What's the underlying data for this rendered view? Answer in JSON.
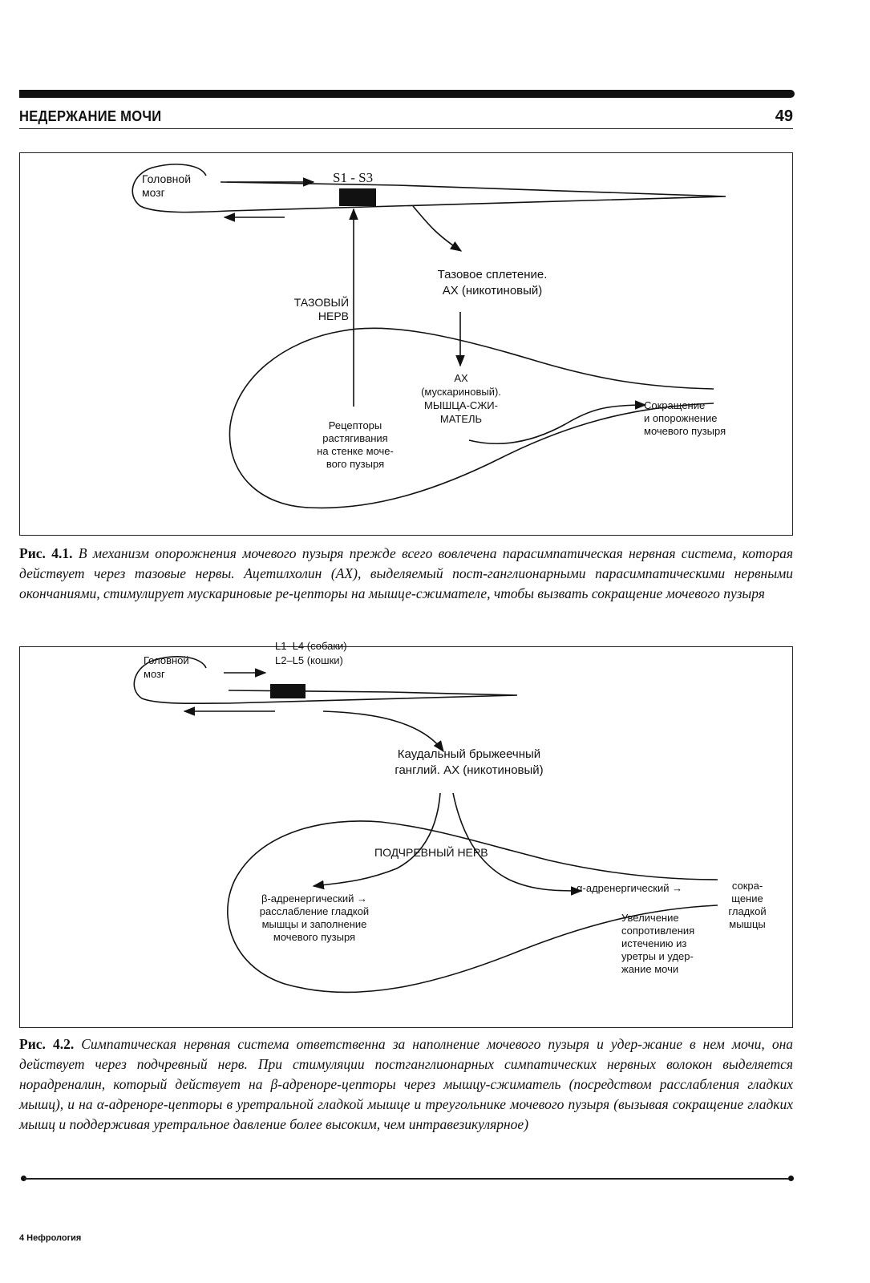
{
  "header": {
    "chapter_title": "НЕДЕРЖАНИЕ МОЧИ",
    "page_number": "49"
  },
  "figure1": {
    "brain": "Головной\nмозг",
    "segment": "S1 - S3",
    "pelvic_plexus": "Тазовое сплетение.\nАХ (никотиновый)",
    "pelvic_nerve": "ТАЗОВЫЙ\nНЕРВ",
    "muscarinic": "АХ\n(мускариновый).\nМЫШЦА-СЖИ-\nМАТЕЛЬ",
    "contraction": "Сокращение\nи опорожнение\nмочевого пузыря",
    "receptors": "Рецепторы\nрастягивания\nна стенке моче-\nвого пузыря",
    "caption_label": "Рис. 4.1.",
    "caption_text": "В механизм опорожнения мочевого пузыря прежде всего вовлечена парасимпатическая нервная система, которая действует через тазовые нервы. Ацетилхолин (АХ), выделяемый пост-ганглионарными парасимпатическими нервными окончаниями, стимулирует мускариновые ре-цепторы на мышце-сжимателе, чтобы вызвать сокращение мочевого пузыря"
  },
  "figure2": {
    "brain": "Головной\nмозг",
    "segment": "L1–L4 (собаки)\nL2–L5 (кошки)",
    "ganglion": "Каудальный брыжеечный\nганглий. АХ (никотиновый)",
    "hypogastric": "ПОДЧРЕВНЫЙ НЕРВ",
    "beta": "β-адренергический →\nрасслабление гладкой\nмышцы и заполнение\nмочевого пузыря",
    "alpha": "α-адренергический →",
    "smooth_contraction": "сокра-\nщение\nгладкой\nмышцы",
    "resistance": "Увеличение\nсопротивления\nистечению из\nуретры и удер-\nжание мочи",
    "caption_label": "Рис. 4.2.",
    "caption_text": "Симпатическая нервная система ответственна за наполнение мочевого пузыря и удер-жание в нем мочи, она действует через подчревный нерв. При стимуляции постганглионарных симпатических нервных волокон выделяется норадреналин, который действует на β-адреноре-цепторы через мышцу-сжиматель (посредством расслабления гладких мышц), и на α-адреноре-цепторы в уретральной гладкой мышце и треугольнике мочевого пузыря (вызывая сокращение гладких мышц и поддерживая уретральное давление более высоким, чем интравезикулярное)"
  },
  "footer": {
    "text": "4 Нефрология"
  }
}
